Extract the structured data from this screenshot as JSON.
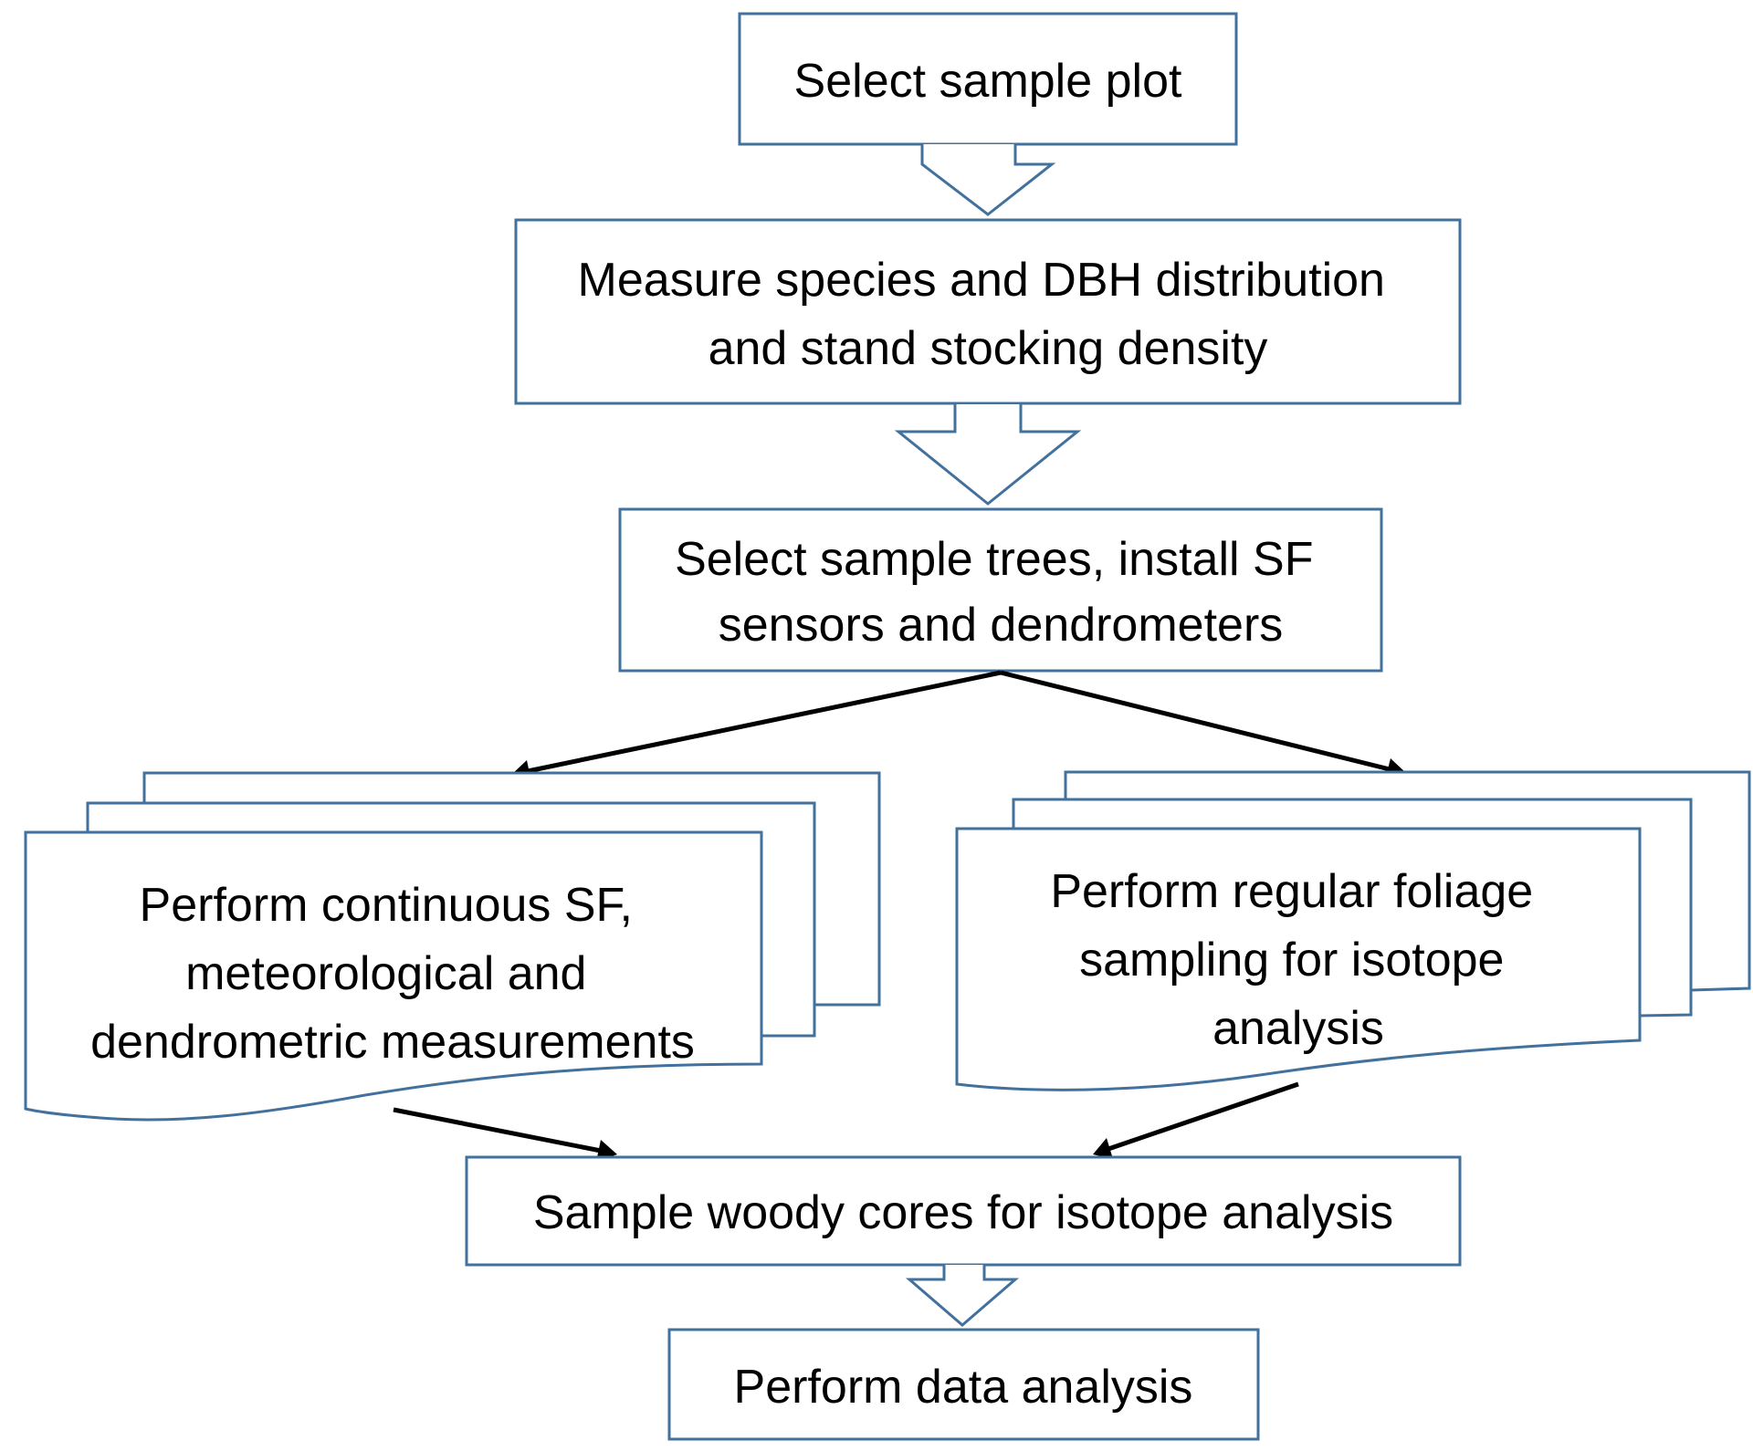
{
  "colors": {
    "box_stroke": "#41719c",
    "box_fill": "#ffffff",
    "text": "#000000",
    "connector": "#000000"
  },
  "nodes": {
    "select_plot": {
      "lines": [
        "Select sample plot"
      ]
    },
    "measure_species": {
      "lines": [
        "Measure species and DBH distribution",
        "and stand stocking density"
      ]
    },
    "select_trees": {
      "lines": [
        "Select sample trees, install SF",
        "sensors and dendrometers"
      ]
    },
    "continuous_measurements": {
      "lines": [
        "Perform continuous SF,",
        "meteorological and",
        "dendrometric measurements"
      ]
    },
    "foliage_sampling": {
      "lines": [
        "Perform regular foliage",
        "sampling for isotope",
        "analysis"
      ]
    },
    "woody_cores": {
      "lines": [
        "Sample woody cores for isotope analysis"
      ]
    },
    "data_analysis": {
      "lines": [
        "Perform data analysis"
      ]
    }
  }
}
